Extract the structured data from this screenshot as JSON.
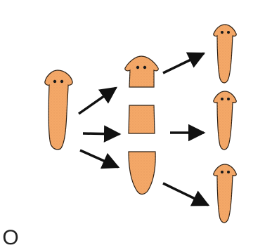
{
  "diagram": {
    "colors": {
      "body": "#f4a868",
      "outline": "#2a1d12",
      "eye": "#1a1a1a",
      "arrow": "#111111",
      "stipple": "#d98a4e"
    },
    "option_glyph": "O",
    "parts": [
      {
        "id": "original-planarian",
        "kind": "whole"
      },
      {
        "id": "head-fragment",
        "kind": "head"
      },
      {
        "id": "middle-fragment",
        "kind": "middle"
      },
      {
        "id": "tail-fragment",
        "kind": "tail"
      },
      {
        "id": "regenerated-from-head",
        "kind": "whole"
      },
      {
        "id": "regenerated-from-middle",
        "kind": "whole"
      },
      {
        "id": "regenerated-from-tail",
        "kind": "whole"
      }
    ]
  }
}
